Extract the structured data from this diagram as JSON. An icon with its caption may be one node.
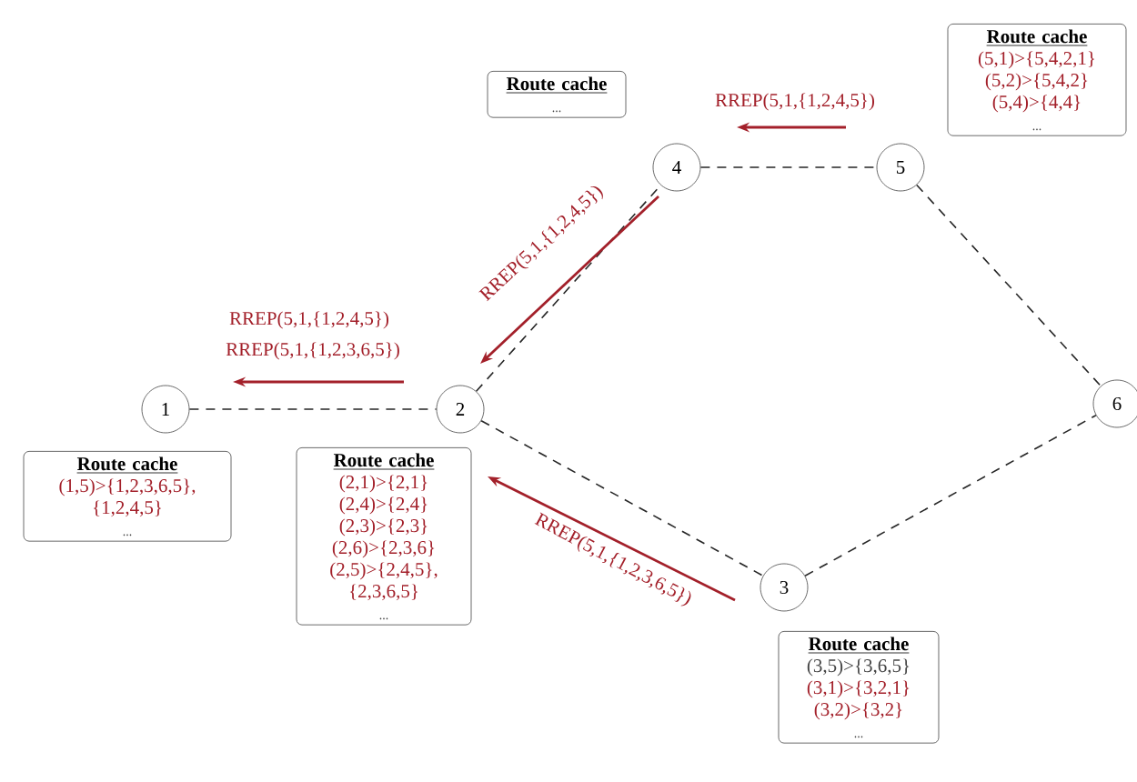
{
  "diagram": {
    "nodes": [
      {
        "text": [
          "1"
        ]
      },
      {
        "text": [
          "2"
        ]
      },
      {
        "text": [
          "3"
        ]
      },
      {
        "text": [
          "4"
        ]
      },
      {
        "text": [
          "5"
        ]
      },
      {
        "text": [
          "6"
        ]
      },
      {
        "text": [
          "Route cache",
          "(1,5)>{1,2,3,6,5}, {1,2,4,5}",
          "..."
        ]
      },
      {
        "text": [
          "Route cache",
          "(2,1)>{2,1}",
          "(2,4)>{2,4}",
          "(2,3)>{2,3}",
          "(2,6)>{2,3,6}",
          "(2,5)>{2,4,5}, {2,3,6,5}",
          "..."
        ]
      },
      {
        "text": [
          "Route cache",
          "..."
        ]
      },
      {
        "text": [
          "Route cache",
          "(5,1)>{5,4,2,1}",
          "(5,2)>{5,4,2}",
          "(5,4)>{4,4}",
          "..."
        ]
      },
      {
        "text": [
          "Route cache",
          "(3,5)>{3,6,5}",
          "(3,1)>{3,2,1}",
          "(3,2)>{3,2}",
          "..."
        ]
      }
    ],
    "edges": [
      {
        "from": 0,
        "to": 1,
        "arrow": "none",
        "style": "dashed"
      },
      {
        "from": 1,
        "to": 3,
        "arrow": "none",
        "style": "dashed"
      },
      {
        "from": 3,
        "to": 4,
        "arrow": "none",
        "style": "dashed"
      },
      {
        "from": 1,
        "to": 2,
        "arrow": "none",
        "style": "dashed"
      },
      {
        "from": 4,
        "to": 5,
        "arrow": "none",
        "style": "dashed"
      },
      {
        "from": 2,
        "to": 5,
        "arrow": "none",
        "style": "dashed"
      }
    ],
    "labels": [
      "RREP(5,1,{1,2,4,5})",
      "RREP(5,1,{1,2,4,5})",
      "RREP(5,1,{1,2,4,5})",
      "RREP(5,1,{1,2,3,6,5})",
      "RREP(5,1,{1,2,3,6,5})"
    ]
  }
}
